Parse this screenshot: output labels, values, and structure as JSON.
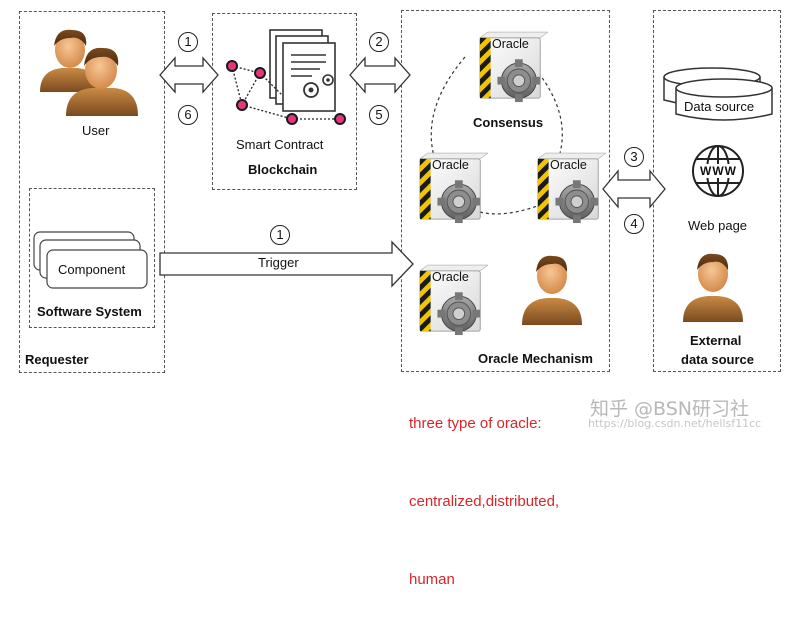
{
  "nodes": {
    "user": "User",
    "component": "Component",
    "software_system": "Software System",
    "requester": "Requester",
    "smart_contract": "Smart Contract",
    "blockchain": "Blockchain",
    "oracle_label": "Oracle",
    "consensus": "Consensus",
    "oracle_mechanism": "Oracle Mechanism",
    "data_source": "Data source",
    "www": "WWW",
    "web_page": "Web page",
    "external_line1": "External",
    "external_line2": "data source"
  },
  "steps": {
    "s1_top": "1",
    "s6": "6",
    "s2": "2",
    "s5": "5",
    "s3": "3",
    "s4": "4",
    "s1_trigger": "1",
    "trigger": "Trigger"
  },
  "note": {
    "line1": "three type of oracle:",
    "line2": "centralized,distributed,",
    "line3": "human"
  },
  "watermark": {
    "brand": "知乎 @BSN研习社",
    "url": "https://blog.csdn.net/hellsf11cc"
  },
  "colors": {
    "note": "#d9262b",
    "node_pink": "#e8357a",
    "arrow_fill": "#ffffff",
    "person_skin": "#e9a86a",
    "person_shirt": "#8a5a2b",
    "gear": "#777777"
  }
}
